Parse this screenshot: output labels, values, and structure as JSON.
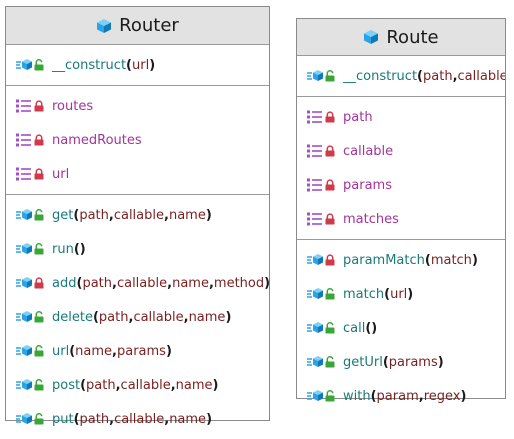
{
  "classes": [
    {
      "name": "Router",
      "constructor": [
        {
          "name": "__construct",
          "params": [
            "url"
          ],
          "vis": "public"
        }
      ],
      "fields": [
        {
          "name": "routes",
          "vis": "private"
        },
        {
          "name": "namedRoutes",
          "vis": "private"
        },
        {
          "name": "url",
          "vis": "private"
        }
      ],
      "methods": [
        {
          "name": "get",
          "params": [
            "path",
            "callable",
            "name"
          ],
          "vis": "public"
        },
        {
          "name": "run",
          "params": [],
          "vis": "public"
        },
        {
          "name": "add",
          "params": [
            "path",
            "callable",
            "name",
            "method"
          ],
          "vis": "private"
        },
        {
          "name": "delete",
          "params": [
            "path",
            "callable",
            "name"
          ],
          "vis": "public"
        },
        {
          "name": "url",
          "params": [
            "name",
            "params"
          ],
          "vis": "public"
        },
        {
          "name": "post",
          "params": [
            "path",
            "callable",
            "name"
          ],
          "vis": "public"
        },
        {
          "name": "put",
          "params": [
            "path",
            "callable",
            "name"
          ],
          "vis": "public"
        }
      ]
    },
    {
      "name": "Route",
      "constructor": [
        {
          "name": "__construct",
          "params": [
            "path",
            "callable"
          ],
          "vis": "public"
        }
      ],
      "fields": [
        {
          "name": "path",
          "vis": "private"
        },
        {
          "name": "callable",
          "vis": "private"
        },
        {
          "name": "params",
          "vis": "private"
        },
        {
          "name": "matches",
          "vis": "private"
        }
      ],
      "methods": [
        {
          "name": "paramMatch",
          "params": [
            "match"
          ],
          "vis": "private"
        },
        {
          "name": "match",
          "params": [
            "url"
          ],
          "vis": "public"
        },
        {
          "name": "call",
          "params": [],
          "vis": "public"
        },
        {
          "name": "getUrl",
          "params": [
            "params"
          ],
          "vis": "public"
        },
        {
          "name": "with",
          "params": [
            "param",
            "regex"
          ],
          "vis": "public"
        }
      ]
    }
  ],
  "colors": {
    "method_name": "#197a7a",
    "field_name": "#a3349a",
    "param": "#7a1f1f",
    "public_lock": "#3aa63a",
    "private_lock": "#d13a4a",
    "class_icon": "#2ba3e6"
  },
  "icons": {
    "class": "cube-icon",
    "method": "method-icon",
    "field": "field-list-icon",
    "public": "unlocked-icon",
    "private": "locked-icon"
  }
}
